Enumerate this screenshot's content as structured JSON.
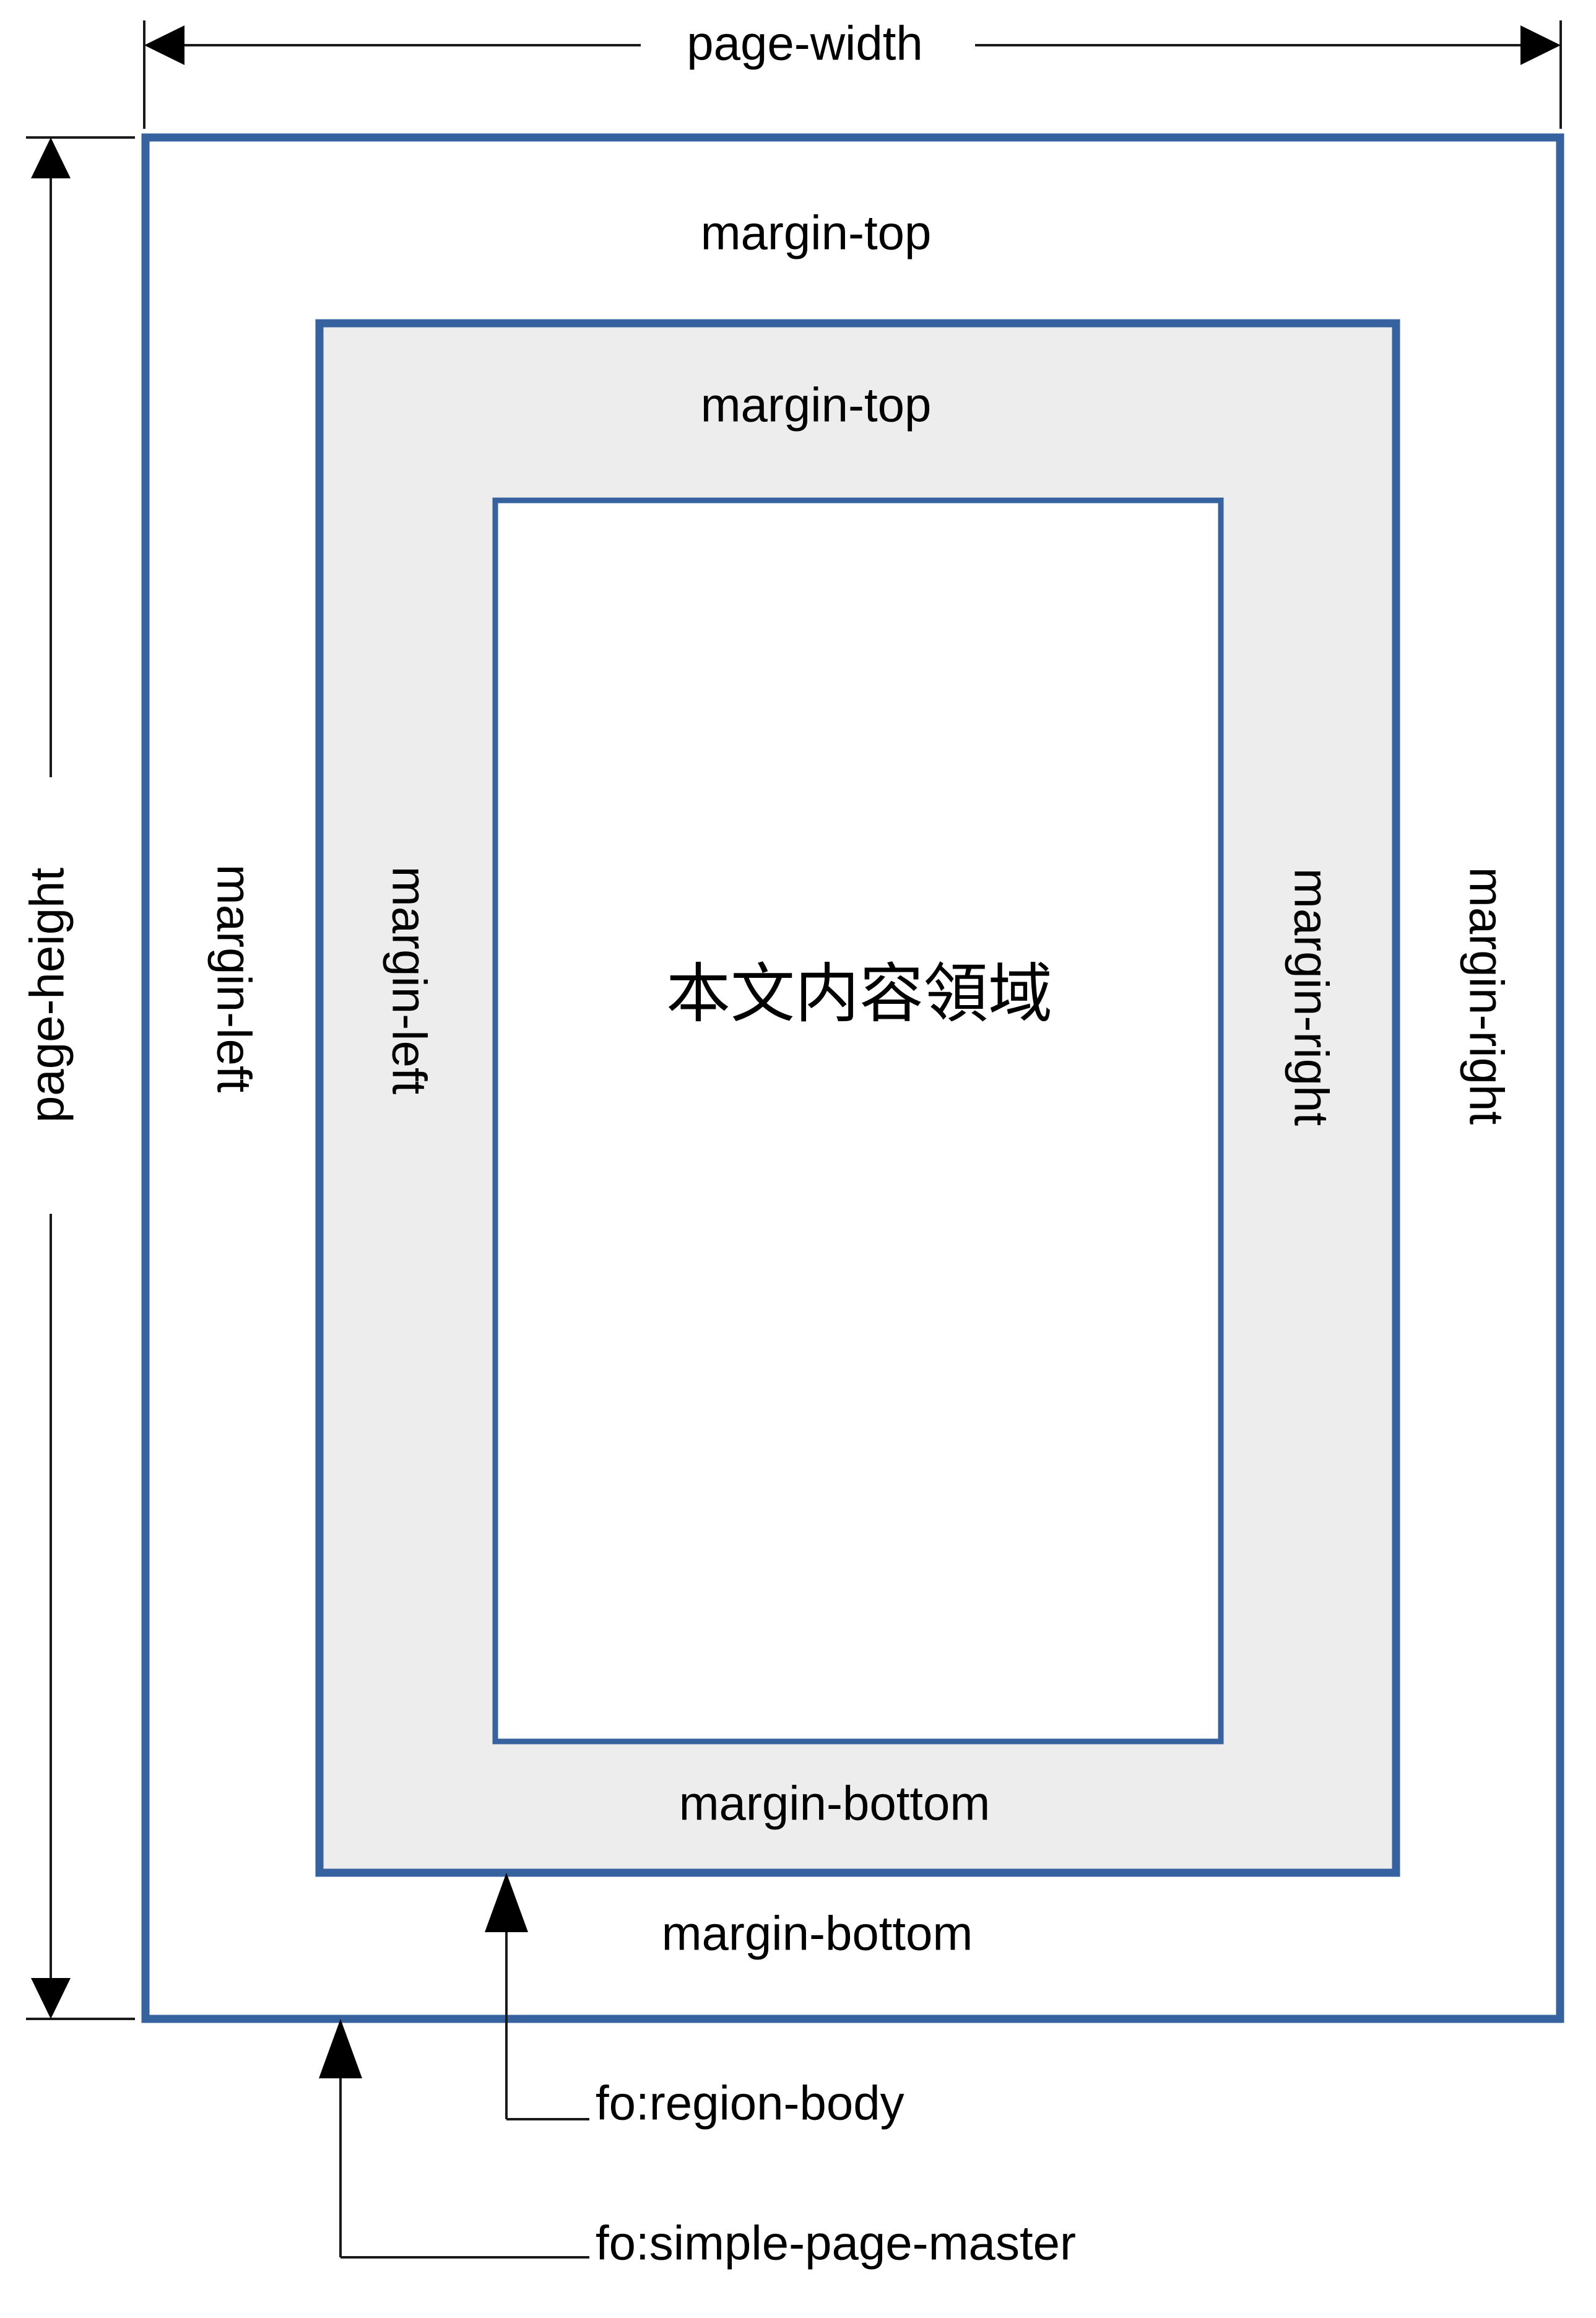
{
  "diagram": {
    "title": "fo:simple-page-master and fo:region-body layout model",
    "colors": {
      "border_blue": "#36639F",
      "region_fill": "#EDEDED",
      "page_fill": "#FFFFFF",
      "line_black": "#1A1A1A"
    },
    "dimensions": {
      "page_width_label": "page-width",
      "page_height_label": "page-height"
    },
    "page_master": {
      "margin_top": "margin-top",
      "margin_bottom": "margin-bottom",
      "margin_left": "margin-left",
      "margin_right": "margin-right"
    },
    "region_body": {
      "margin_top": "margin-top",
      "margin_bottom": "margin-bottom",
      "margin_left": "margin-left",
      "margin_right": "margin-right"
    },
    "content_area_label": "本文内容領域",
    "callouts": [
      {
        "label": "fo:region-body"
      },
      {
        "label": "fo:simple-page-master"
      }
    ]
  }
}
